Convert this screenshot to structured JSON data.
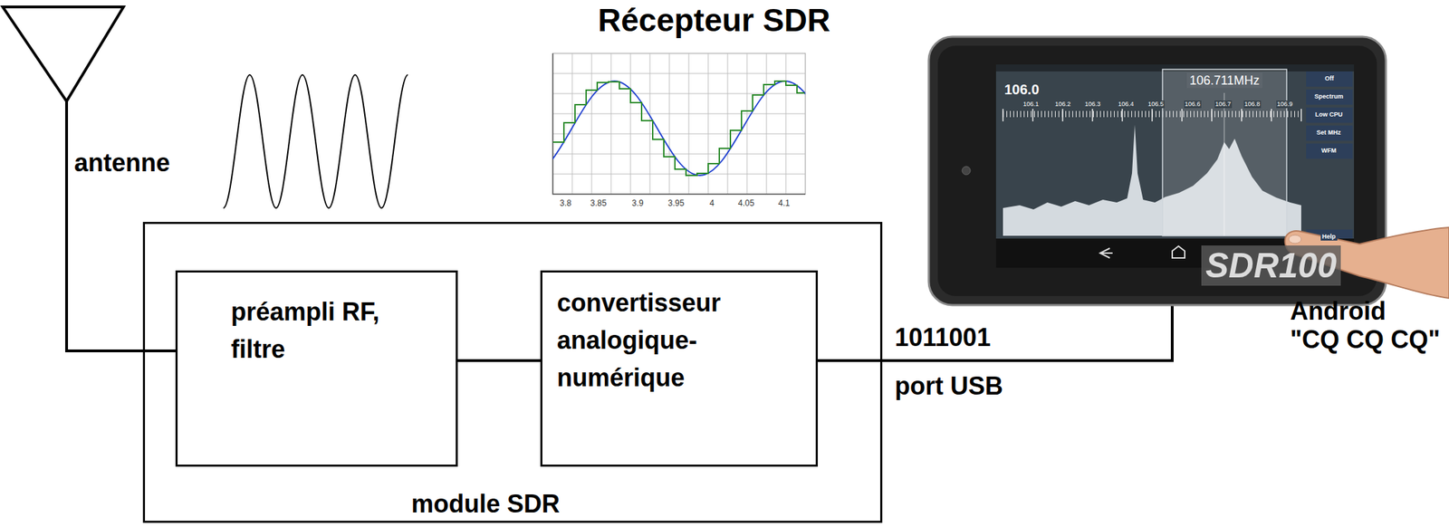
{
  "diagram": {
    "title": "Récepteur SDR",
    "nodes": [
      {
        "text": [
          "module SDR"
        ]
      },
      {
        "text": [
          "préampli RF, filtre"
        ],
        "in": 0
      },
      {
        "text": [
          "convertisseur analogique-numérique"
        ],
        "in": 0
      }
    ],
    "edges": [
      {
        "from": 1,
        "to": 2,
        "arrow": "none"
      }
    ],
    "labels": [
      "antenne",
      "3.8",
      "3.85",
      "3.9",
      "3.95",
      "4",
      "4.05",
      "4.1",
      "1011001",
      "port USB",
      "Android \"CQ CQ CQ\"",
      "106.711MHz",
      "106.0",
      "106.1",
      "106.2",
      "106.3",
      "106.4",
      "106.5",
      "106.6",
      "106.7",
      "106.8",
      "106.9",
      "Off",
      "Spectrum",
      "Low CPU",
      "Set MHz",
      "WFM",
      "Help",
      "SDR100"
    ]
  }
}
